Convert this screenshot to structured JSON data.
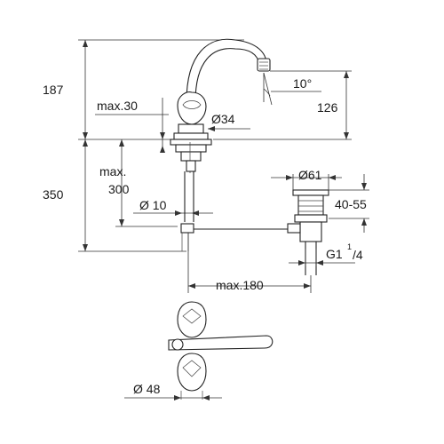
{
  "dimensions": {
    "height_top": "187",
    "height_bottom": "350",
    "max_30": "max.30",
    "diam_34": "Ø34",
    "angle_10": "10°",
    "height_126": "126",
    "max_label": "max.",
    "max_300": "300",
    "diam_10": "Ø 10",
    "diam_61": "Ø61",
    "range_40_55": "40-55",
    "thread_g": "G1",
    "thread_sup": "1",
    "thread_sub": "/4",
    "max_180": "max.180",
    "diam_48": "Ø 48"
  }
}
